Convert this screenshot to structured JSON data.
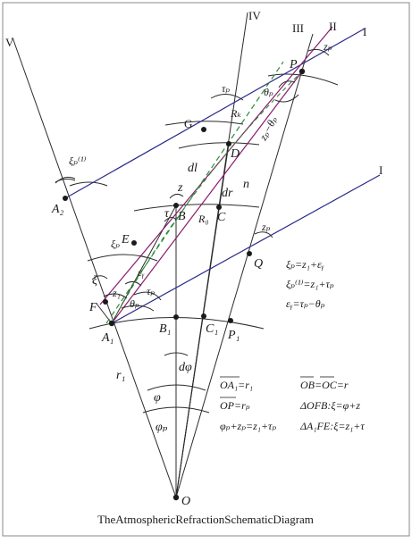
{
  "caption": "TheAtmosphericRefractionSchematicDiagram",
  "colors": {
    "line": "#2b2b2b",
    "blue_ray": "#2a2a8c",
    "purple_ray": "#8a1a6e",
    "green_dash": "#2f8a3a",
    "frame": "#666666"
  },
  "labels": {
    "ray_V": "V",
    "ray_IV": "IV",
    "ray_III": "III",
    "ray_II": "II",
    "ray_I_top": "I",
    "ray_I_mid": "I",
    "pt_P": "P",
    "pt_G": "G",
    "pt_D": "D",
    "pt_B": "B",
    "pt_C": "C",
    "pt_E": "E",
    "pt_F": "F",
    "pt_A1": "A₁",
    "pt_A2": "A₂",
    "pt_B1": "B₁",
    "pt_C1": "C₁",
    "pt_P1": "P₁",
    "pt_Q": "Q",
    "pt_O": "O",
    "ang_zP": "zₚ",
    "ang_tauP": "τₚ",
    "ang_thetaP": "θₚ",
    "ang_RK": "Rₖ",
    "ang_zP_minus_thetaP": "zₚ−θₚ",
    "ang_xiP1": "ξₚ⁽¹⁾",
    "ang_dl": "dl",
    "ang_dr": "dr",
    "ang_n": "n",
    "ang_z": "z",
    "ang_tau": "τ",
    "ang_R0": "R₀",
    "ang_zP_lower": "zₚ",
    "ang_xiP": "ξₚ",
    "ang_xi": "ξ",
    "ang_z1": "z₁",
    "ang_epsY": "εᵧ",
    "ang_tauP_lower": "τₚ",
    "ang_thetaP_lower": "θₚ",
    "len_r1": "r₁",
    "ang_dphi": "dφ",
    "ang_phi": "φ",
    "ang_phiP": "φₚ"
  },
  "equations": {
    "eq_right_1": "ξₚ=z₁+εᵧ",
    "eq_right_2": "ξₚ⁽¹⁾=z₁+τₚ",
    "eq_right_3": "εᵧ=τₚ−θₚ",
    "eq_bottom_1a": "OA₁=r₁",
    "eq_bottom_1b": "OB=OC=r",
    "eq_bottom_2a": "OP=rₚ",
    "eq_bottom_2b": "ΔOFB:ξ=φ+z",
    "eq_bottom_3a": "φₚ+zₚ=z₁+τₚ",
    "eq_bottom_3b": "ΔA₁FE:ξ=z₁+τ"
  }
}
